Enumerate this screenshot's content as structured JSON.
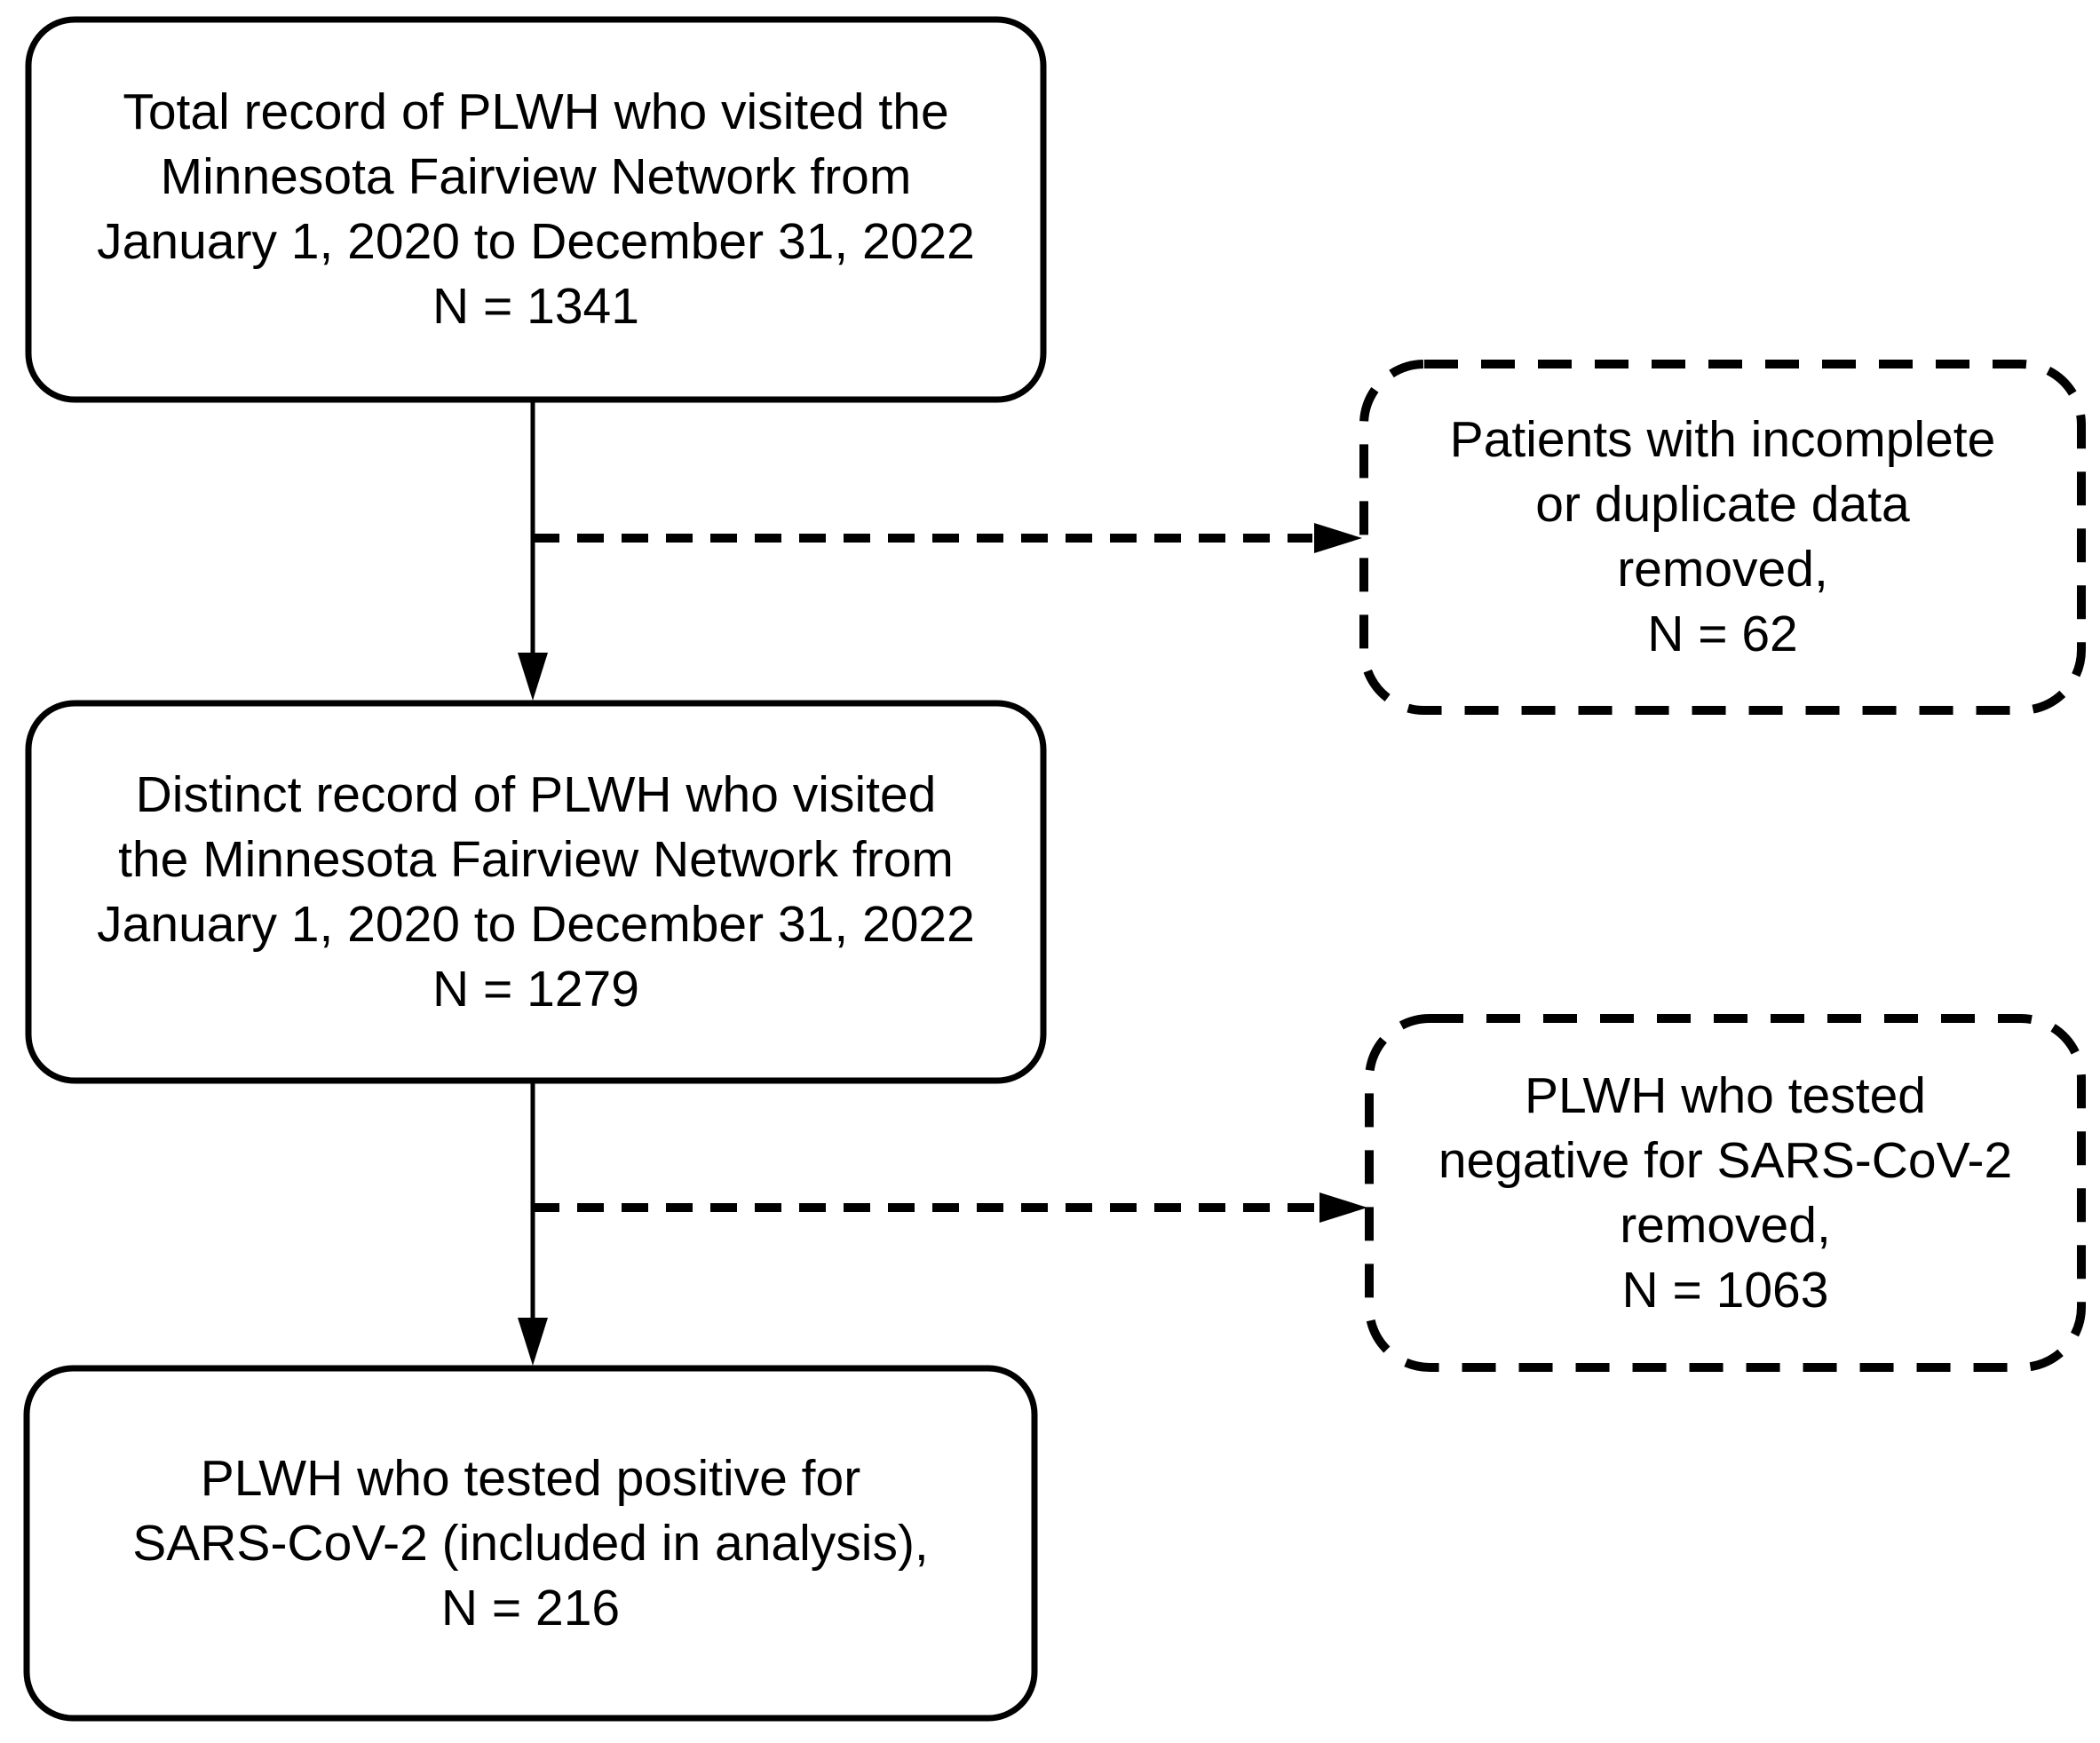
{
  "figure": {
    "type": "flowchart",
    "background_color": "#ffffff",
    "line_color": "#000000",
    "nodes": [
      {
        "id": "total-records",
        "border_style": "solid",
        "lines": [
          "Total record of PLWH who visited the",
          "Minnesota Fairview Network from",
          "January 1, 2020 to December 31, 2022",
          "N = 1341"
        ]
      },
      {
        "id": "excluded-incomplete-duplicate",
        "border_style": "dashed",
        "lines": [
          "Patients with incomplete",
          "or duplicate data",
          "removed,",
          "N = 62"
        ]
      },
      {
        "id": "distinct-records",
        "border_style": "solid",
        "lines": [
          "Distinct record of PLWH who visited",
          "the Minnesota Fairview Network from",
          "January 1, 2020 to December 31, 2022",
          "N = 1279"
        ]
      },
      {
        "id": "excluded-negative",
        "border_style": "dashed",
        "lines": [
          "PLWH who tested",
          "negative for SARS-CoV-2",
          "removed,",
          "N = 1063"
        ]
      },
      {
        "id": "included-analysis",
        "border_style": "solid",
        "lines": [
          "PLWH who tested positive for",
          "SARS-CoV-2 (included in analysis),",
          "N = 216"
        ]
      }
    ],
    "edges": [
      {
        "from": "total-records",
        "to": "distinct-records",
        "style": "solid"
      },
      {
        "from": "total-records",
        "to": "excluded-incomplete-duplicate",
        "style": "dashed"
      },
      {
        "from": "distinct-records",
        "to": "included-analysis",
        "style": "solid"
      },
      {
        "from": "distinct-records",
        "to": "excluded-negative",
        "style": "dashed"
      }
    ]
  }
}
